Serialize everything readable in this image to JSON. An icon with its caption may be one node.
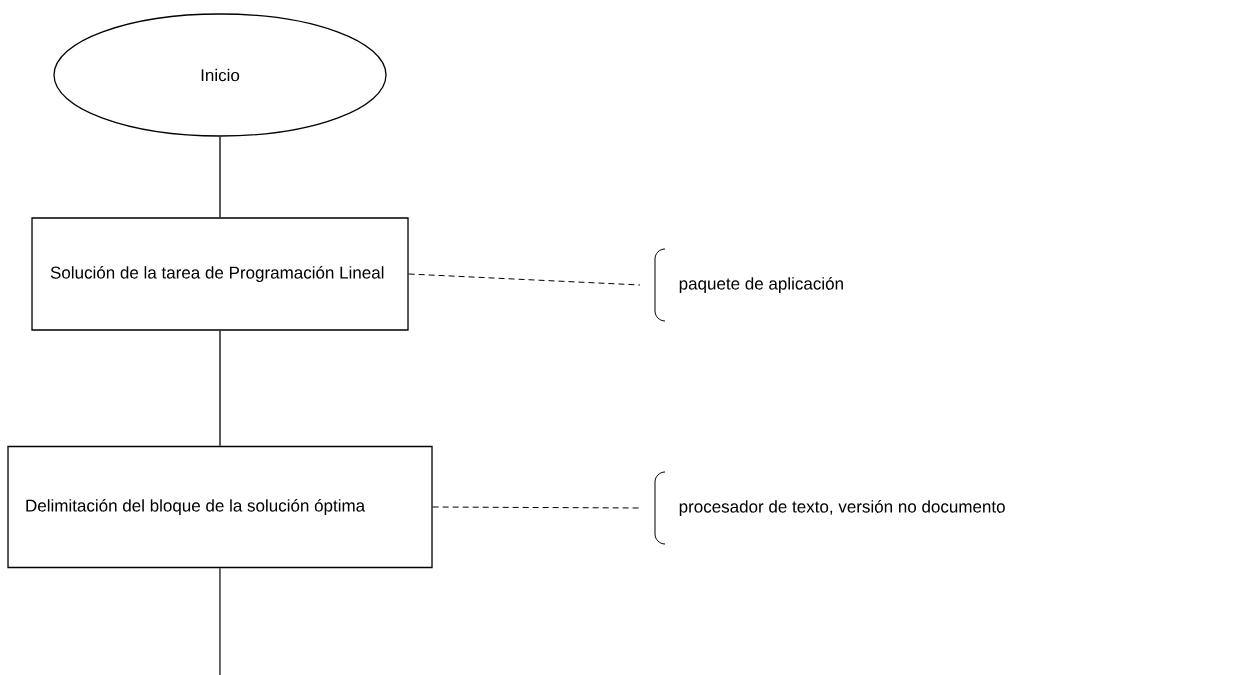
{
  "diagram": {
    "nodes": [
      {
        "text": [
          "Inicio"
        ]
      },
      {
        "text": [
          "Solución de la tarea de Programación Lineal"
        ]
      },
      {
        "text": [
          "paquete de aplicación"
        ]
      },
      {
        "text": [
          "Delimitación del bloque de la solución óptima"
        ]
      },
      {
        "text": [
          "procesador de texto, versión no documento"
        ]
      }
    ],
    "edges": [
      {
        "from": 0,
        "to": 1,
        "arrow": "none"
      },
      {
        "from": 1,
        "to": 2,
        "arrow": "none",
        "style": "dashed"
      },
      {
        "from": 1,
        "to": 3,
        "arrow": "none"
      },
      {
        "from": 3,
        "to": 4,
        "arrow": "none",
        "style": "dashed"
      },
      {
        "from": 3,
        "to": null,
        "arrow": "none"
      }
    ]
  }
}
